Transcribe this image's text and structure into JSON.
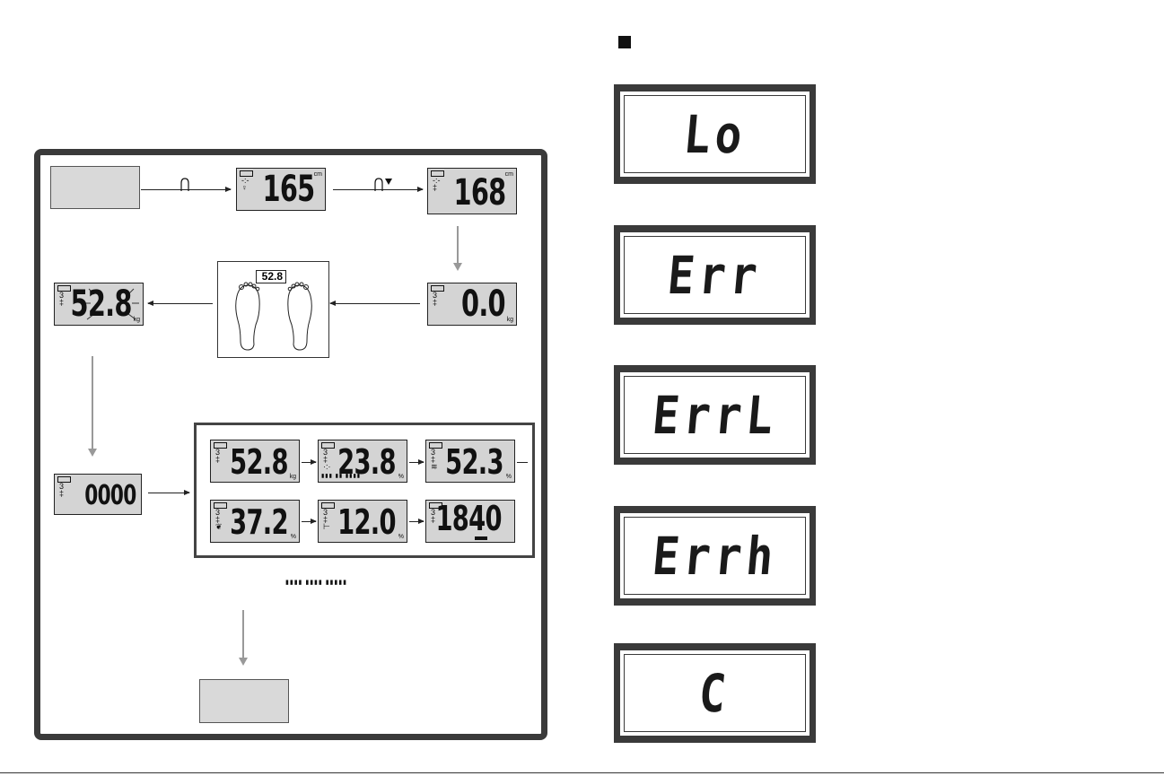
{
  "left_panel": {
    "height_display_1": {
      "value": "165",
      "unit": "cm"
    },
    "height_display_2": {
      "value": "168",
      "unit": "cm"
    },
    "zero_display": {
      "value": "0.0",
      "unit": "kg"
    },
    "scale_mini_display": {
      "value": "52.8"
    },
    "weight_blink_display": {
      "value": "52.8",
      "unit": "kg"
    },
    "measuring_display": {
      "value": "0000"
    },
    "results": [
      {
        "value": "52.8",
        "unit": "kg"
      },
      {
        "value": "23.8",
        "unit": "%"
      },
      {
        "value": "52.3",
        "unit": "%"
      },
      {
        "value": "37.2",
        "unit": "%"
      },
      {
        "value": "12.0",
        "unit": "%"
      },
      {
        "value": "1840",
        "unit": ""
      }
    ]
  },
  "error_displays": [
    {
      "text": "Lo"
    },
    {
      "text": "Err"
    },
    {
      "text": "ErrL"
    },
    {
      "text": "Errh"
    },
    {
      "text": "C"
    }
  ],
  "icons": {
    "button_icon": "finger-press-icon",
    "button_down_icon": "finger-press-down-icon",
    "section_marker": "black-square-icon"
  }
}
